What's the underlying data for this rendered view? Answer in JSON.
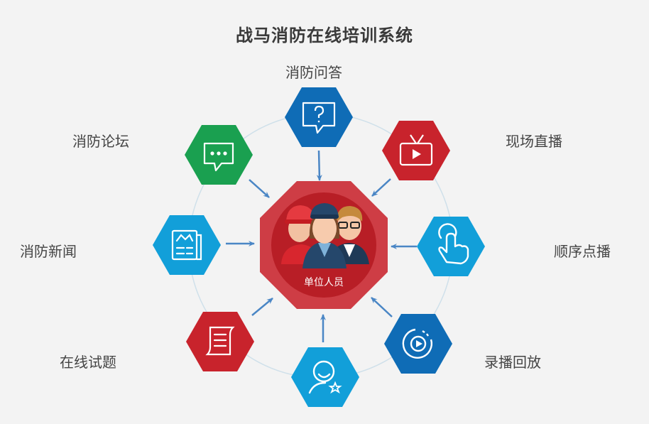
{
  "title": "战马消防在线培训系统",
  "center": {
    "label": "单位人员",
    "color": "#c8232c"
  },
  "modules": [
    {
      "label": "消防问答",
      "icon": "question-bubble-icon",
      "color": "#0f6cb6"
    },
    {
      "label": "现场直播",
      "icon": "tv-icon",
      "color": "#c8232c"
    },
    {
      "label": "顺序点播",
      "icon": "tap-hand-icon",
      "color": "#129fd9"
    },
    {
      "label": "录播回放",
      "icon": "replay-icon",
      "color": "#0f6cb6"
    },
    {
      "label": "",
      "icon": "user-star-icon",
      "color": "#129fd9"
    },
    {
      "label": "在线试题",
      "icon": "scroll-icon",
      "color": "#c8232c"
    },
    {
      "label": "消防新闻",
      "icon": "newspaper-icon",
      "color": "#129fd9"
    },
    {
      "label": "消防论坛",
      "icon": "chat-bubble-icon",
      "color": "#1aa050"
    }
  ]
}
